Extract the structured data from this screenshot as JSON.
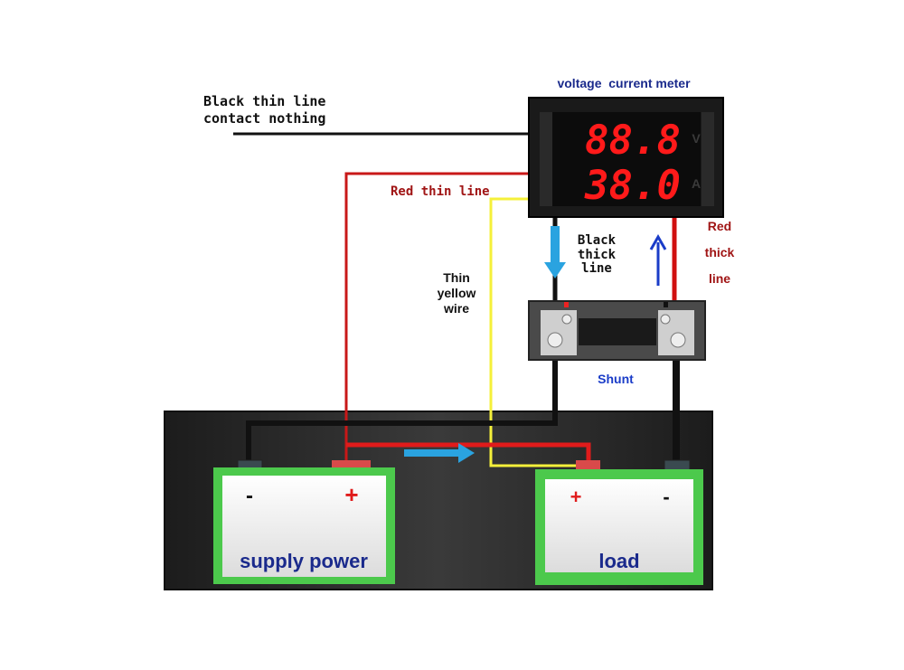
{
  "labels": {
    "black_thin_line_1": "Black thin line",
    "black_thin_line_2": "contact nothing",
    "meter_title": "voltage  current meter",
    "red_thin_line": "Red thin line",
    "black_thick_1": "Black",
    "black_thick_2": "thick",
    "black_thick_3": "line",
    "red_thick_1": "Red",
    "red_thick_2": "thick",
    "red_thick_3": "line",
    "yellow_1": "Thin",
    "yellow_2": "yellow",
    "yellow_3": "wire",
    "shunt": "Shunt",
    "supply": "supply power",
    "load": "load"
  },
  "meter": {
    "voltage_reading": "88.8",
    "voltage_unit": "V",
    "current_reading": "38.0",
    "current_unit": "A"
  },
  "terminals": {
    "supply_neg": "-",
    "supply_pos": "+",
    "load_pos": "+",
    "load_neg": "-"
  },
  "colors": {
    "red_wire": "#e01b1b",
    "yellow_wire": "#f5f03a",
    "black_wire": "#111111",
    "battery_green": "#4cc94c",
    "arrow_blue": "#2aa3e0",
    "label_navy": "#1a2a8c",
    "label_darkred": "#a01515"
  }
}
